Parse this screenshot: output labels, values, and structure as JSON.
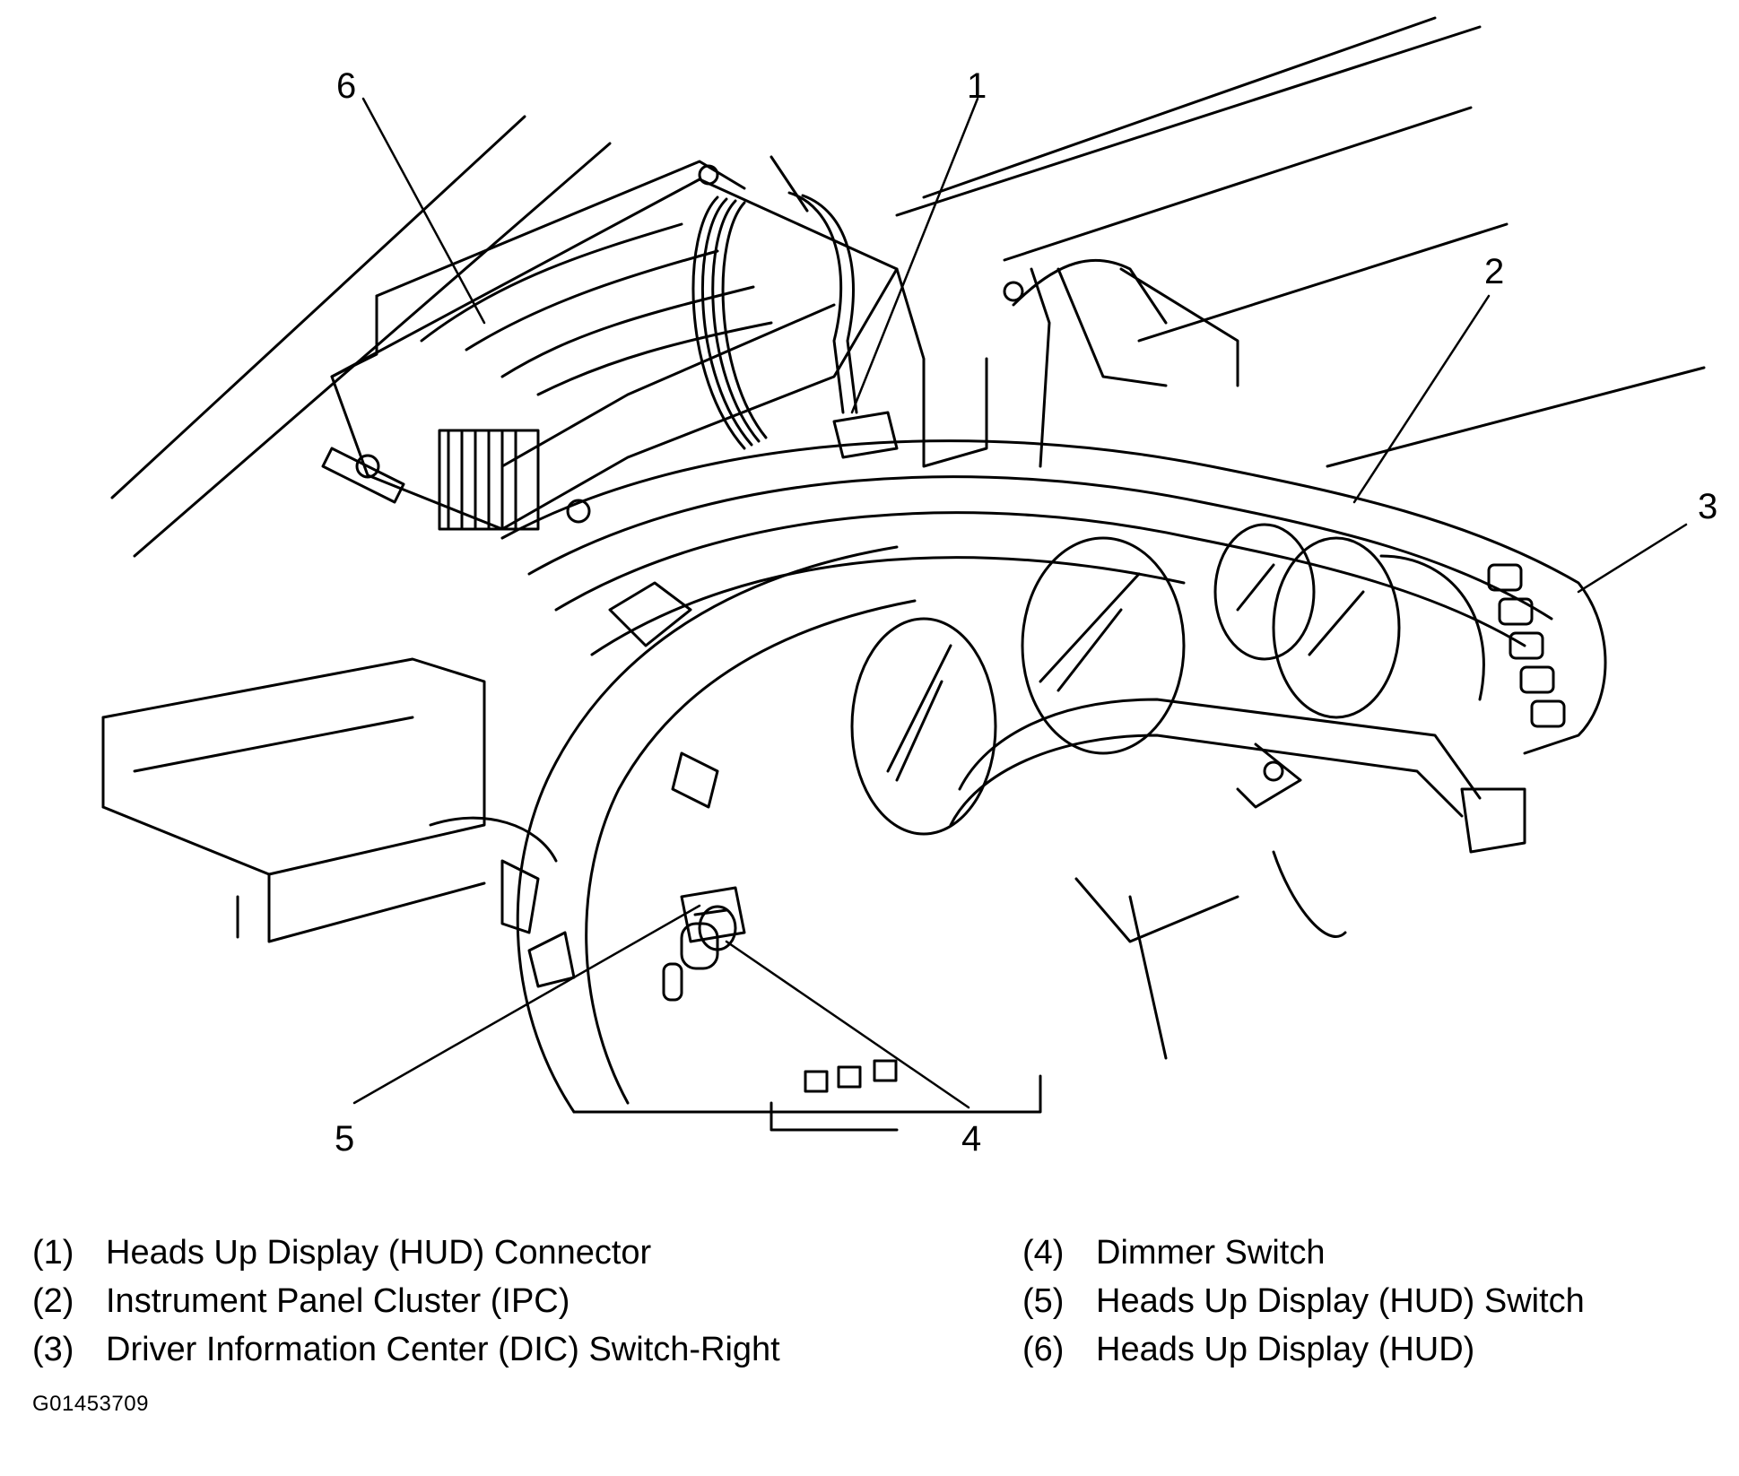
{
  "colors": {
    "line": "#000000",
    "background": "#ffffff"
  },
  "callouts": [
    {
      "number": "1",
      "label": "Heads Up Display (HUD) Connector"
    },
    {
      "number": "2",
      "label": "Instrument Panel Cluster (IPC)"
    },
    {
      "number": "3",
      "label": "Driver Information Center (DIC) Switch-Right"
    },
    {
      "number": "4",
      "label": "Dimmer Switch"
    },
    {
      "number": "5",
      "label": "Heads Up Display (HUD) Switch"
    },
    {
      "number": "6",
      "label": "Heads Up Display (HUD)"
    }
  ],
  "legend": {
    "left": [
      {
        "num": "(1)",
        "text": "Heads Up Display (HUD) Connector"
      },
      {
        "num": "(2)",
        "text": "Instrument Panel Cluster (IPC)"
      },
      {
        "num": "(3)",
        "text": "Driver Information Center (DIC) Switch-Right"
      }
    ],
    "right": [
      {
        "num": "(4)",
        "text": "Dimmer Switch"
      },
      {
        "num": "(5)",
        "text": "Heads Up Display (HUD) Switch"
      },
      {
        "num": "(6)",
        "text": "Heads Up Display (HUD)"
      }
    ]
  },
  "figure_id": "G01453709"
}
